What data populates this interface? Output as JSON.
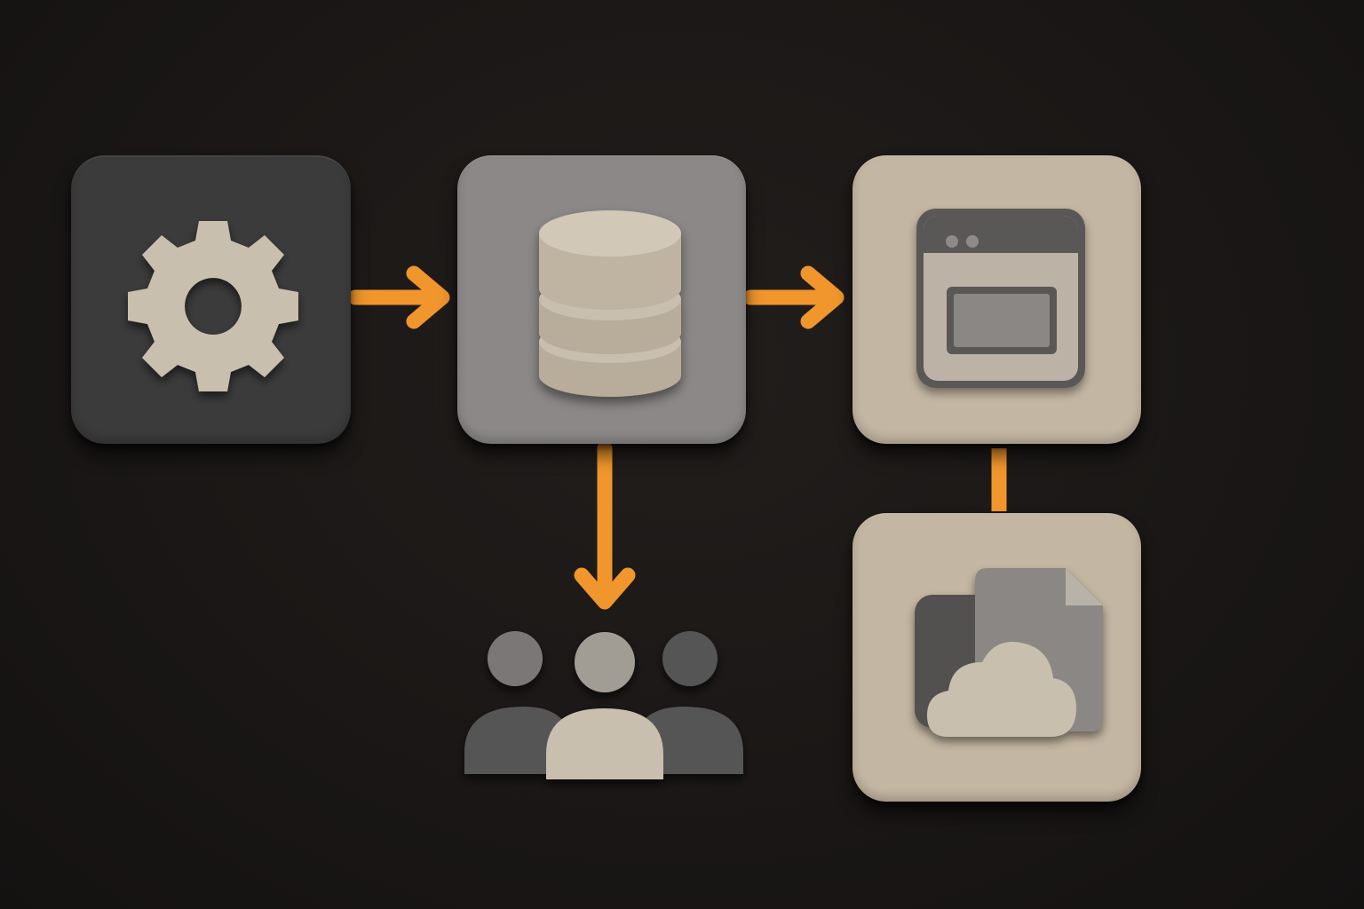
{
  "diagram": {
    "nodes": [
      {
        "id": "settings",
        "icon": "gear-icon"
      },
      {
        "id": "database",
        "icon": "database-icon"
      },
      {
        "id": "browser",
        "icon": "browser-window-icon"
      },
      {
        "id": "cloud-files",
        "icon": "cloud-files-icon"
      },
      {
        "id": "users",
        "icon": "users-group-icon"
      }
    ],
    "edges": [
      {
        "from": "settings",
        "to": "database",
        "style": "arrow"
      },
      {
        "from": "database",
        "to": "browser",
        "style": "arrow"
      },
      {
        "from": "database",
        "to": "users",
        "style": "arrow"
      },
      {
        "from": "browser",
        "to": "cloud-files",
        "style": "line"
      }
    ],
    "colors": {
      "background": "#1b1817",
      "connector": "#f0962c",
      "settings_tile": "#3c3b3b",
      "database_tile": "#8b8887",
      "browser_tile": "#c3b6a2",
      "cloud_tile": "#c3b6a2",
      "icon_light": "#c9bfae",
      "icon_mid": "#8a8784",
      "icon_dark": "#525150"
    }
  }
}
